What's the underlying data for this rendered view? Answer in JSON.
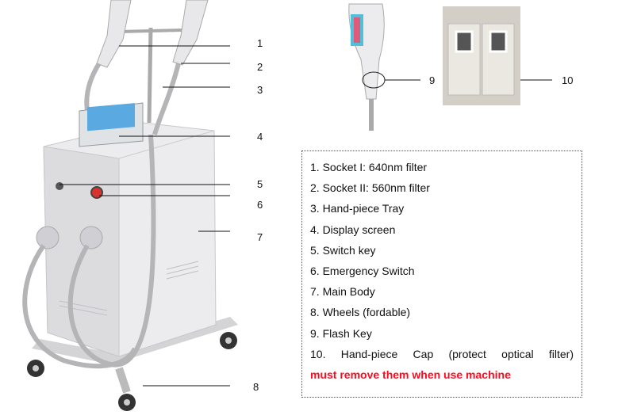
{
  "callouts": [
    "1",
    "2",
    "3",
    "4",
    "5",
    "6",
    "7",
    "8",
    "9",
    "10"
  ],
  "legend": [
    "1. Socket I: 640nm filter",
    "2. Socket II: 560nm filter",
    "3. Hand-piece Tray",
    "4. Display screen",
    "5. Switch key",
    "6. Emergency Switch",
    "7. Main Body",
    "8. Wheels (fordable)",
    "9. Flash Key",
    "10.  Hand-piece  Cap  (protect  optical  filter)"
  ],
  "warning": "must remove them when use machine",
  "colors": {
    "warning": "#ff0a1e",
    "body": "#e9e9eb",
    "screen": "#5aa9e0"
  }
}
